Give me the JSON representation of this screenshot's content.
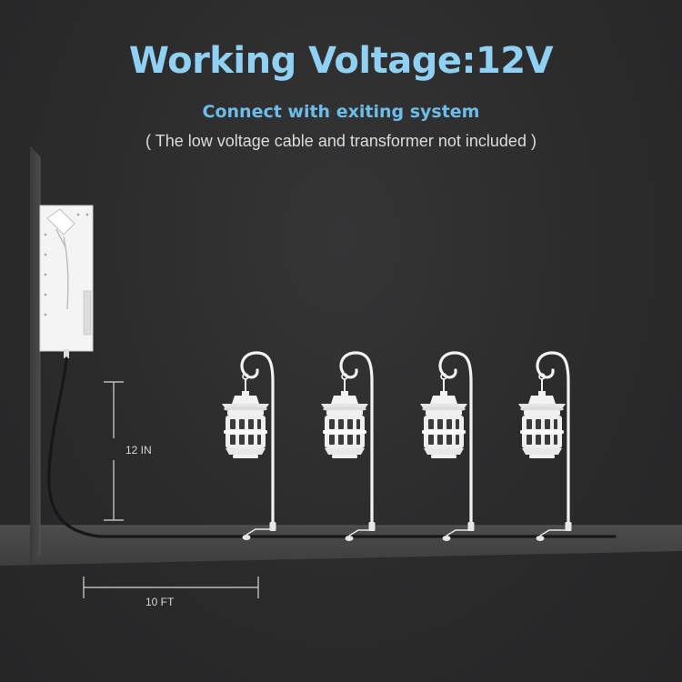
{
  "header": {
    "title": "Working Voltage:12V",
    "subtitle": "Connect with exiting system",
    "note": "( The low voltage cable and transformer not included )"
  },
  "dimensions": {
    "height_label": "12 IN",
    "spacing_label": "10 FT"
  },
  "lights": {
    "count": 4
  },
  "colors": {
    "title": "#8fd0f3",
    "subtitle": "#6cbde9",
    "fixture": "#f2f2f2",
    "background": "#2b2b2c",
    "ground": "#4a4a4b"
  }
}
